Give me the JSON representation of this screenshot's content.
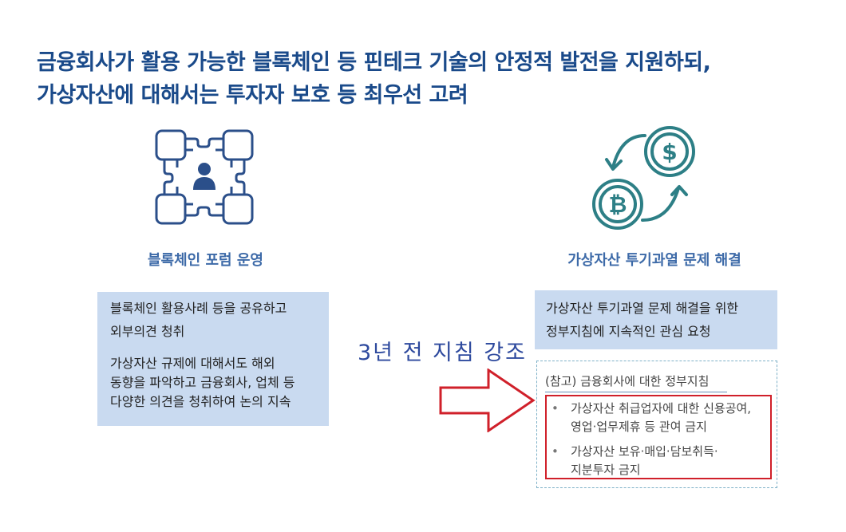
{
  "title": {
    "line1": "금융회사가 활용 가능한 블록체인 등 핀테크 기술의 안정적 발전을 지원하되,",
    "line2": "가상자산에 대해서는 투자자 보호 등 최우선 고려"
  },
  "left": {
    "icon": "blockchain-network-icon",
    "caption": "블록체인 포럼 운영",
    "box_line1": "블록체인 활용사례 등을 공유하고",
    "box_line2": "외부의견 청취",
    "box_line3": "가상자산 규제에 대해서도 해외",
    "box_line4": "동향을 파악하고 금융회사, 업체 등",
    "box_line5": "다양한 의견을 청취하여 논의 지속"
  },
  "middle": {
    "emphasis": "3년 전 지침 강조",
    "arrow_icon": "right-arrow-icon"
  },
  "right": {
    "icon": "crypto-exchange-icon",
    "caption": "가상자산 투기과열 문제 해결",
    "box_line1": "가상자산 투기과열 문제 해결을 위한",
    "box_line2": "정부지침에 지속적인 관심 요청",
    "ref_label": "(참고) 금융회사에 대한 정부지침",
    "bullets": [
      {
        "line1": "가상자산 취급업자에 대한 신용공여,",
        "line2": "영업·업무제휴 등 관여 금지"
      },
      {
        "line1": "가상자산 보유·매입·담보취득·",
        "line2": "지분투자 금지"
      }
    ],
    "bullet_char": "•"
  },
  "colors": {
    "title": "#1a4a8a",
    "caption": "#3d6aa8",
    "box_bg": "#c9daf0",
    "emphasis": "#2e4a9e",
    "accent_red": "#d0202a",
    "icon_navy": "#2b4f8a",
    "icon_teal": "#2d7f86"
  }
}
